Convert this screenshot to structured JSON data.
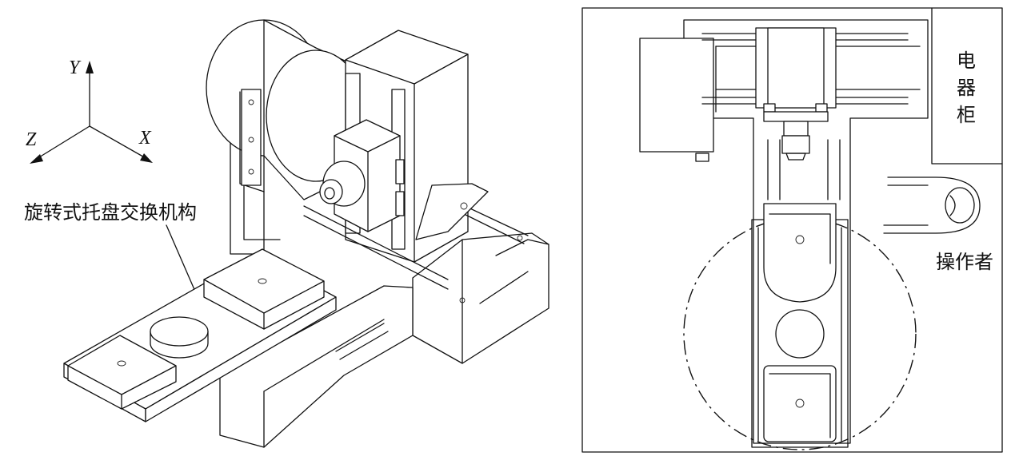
{
  "figure": {
    "left_view": {
      "axes": {
        "y": "Y",
        "z": "Z",
        "x": "X"
      },
      "callout_label": "旋转式托盘交换机构"
    },
    "right_view": {
      "cabinet_label": [
        "电",
        "器",
        "柜"
      ],
      "operator_label": "操作者"
    }
  }
}
